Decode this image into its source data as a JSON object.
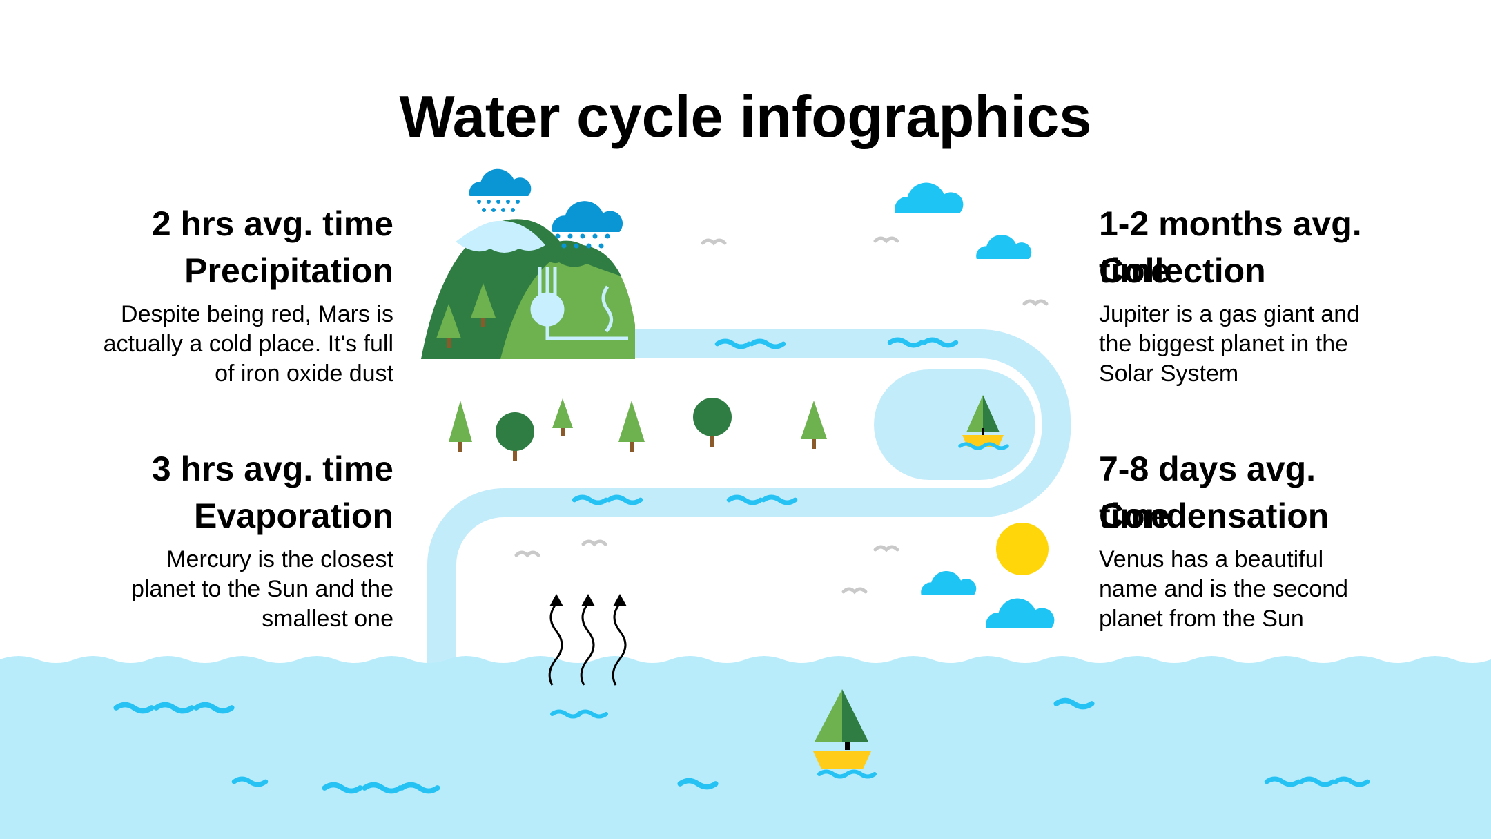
{
  "title": "Water cycle infographics",
  "colors": {
    "water": "#b8ecfb",
    "wave": "#27c2f4",
    "cloud_dark": "#0a95d4",
    "cloud_light": "#1ec4f4",
    "hill_dark": "#2f7d43",
    "hill_light": "#6eb14f",
    "snow": "#c7effd",
    "sun": "#ffd60a",
    "sail_yellow": "#ffcc19",
    "bird": "#c9c9c9"
  },
  "sections": [
    {
      "time": "2 hrs avg. time",
      "label": "Precipitation",
      "text": "Despite being red, Mars is actually a cold place. It's full of iron oxide dust"
    },
    {
      "time": "3 hrs avg. time",
      "label": "Evaporation",
      "text": "Mercury is the closest planet to the Sun and the smallest one"
    },
    {
      "time": "1-2 months avg. time",
      "label": "Collection",
      "text": "Jupiter is a gas giant and the biggest planet in the Solar System"
    },
    {
      "time": "7-8 days avg. time",
      "label": "Condensation",
      "text": "Venus has a beautiful name and is the second planet from the Sun"
    }
  ],
  "icons": {
    "rain_clouds": "rain-cloud-icon",
    "clouds": "cloud-icon",
    "birds": "bird-icon",
    "trees": "tree-icon",
    "boats": "sailboat-icon",
    "sun": "sun-icon",
    "evaporation": "wavy-arrow-icon",
    "waves": "wave-icon"
  }
}
